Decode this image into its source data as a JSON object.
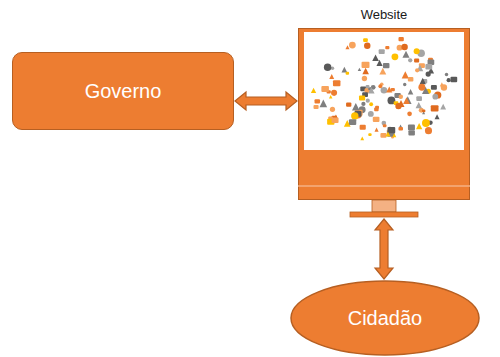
{
  "diagram": {
    "nodes": [
      {
        "text": [
          "Governo"
        ]
      },
      {
        "text": [
          "Website"
        ]
      },
      {
        "text": [
          "Cidadão"
        ]
      }
    ],
    "edges": [
      {
        "from": 0,
        "to": 1,
        "arrow": "both"
      },
      {
        "from": 1,
        "to": 2,
        "arrow": "both"
      }
    ]
  }
}
